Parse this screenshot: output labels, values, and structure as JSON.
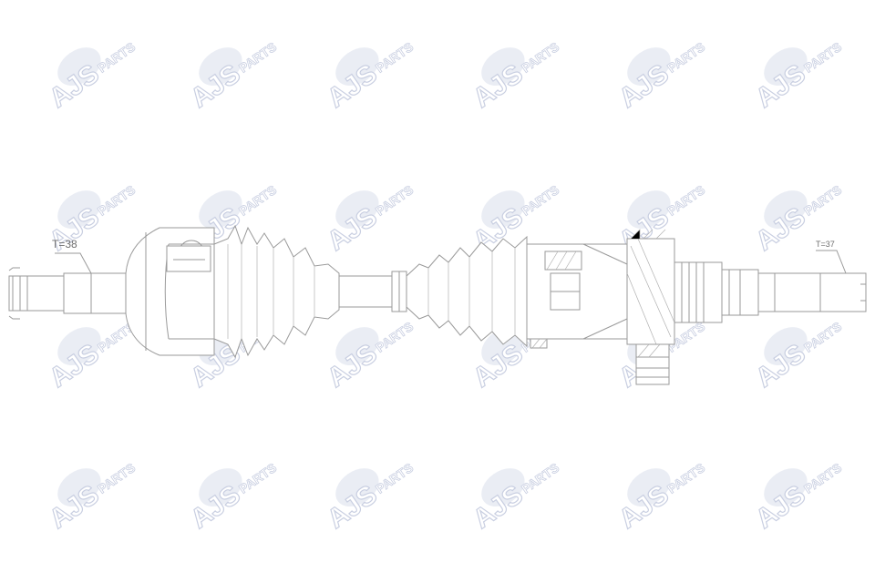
{
  "watermark": {
    "brand_main": "AJS",
    "brand_sub": "PARTS",
    "color": "#b7bfd8",
    "rows": 4,
    "cols": 6
  },
  "diagram": {
    "subject": "drive shaft",
    "left_label": "T=38",
    "right_label": "T=37",
    "line_color": "#9a9a9a"
  }
}
